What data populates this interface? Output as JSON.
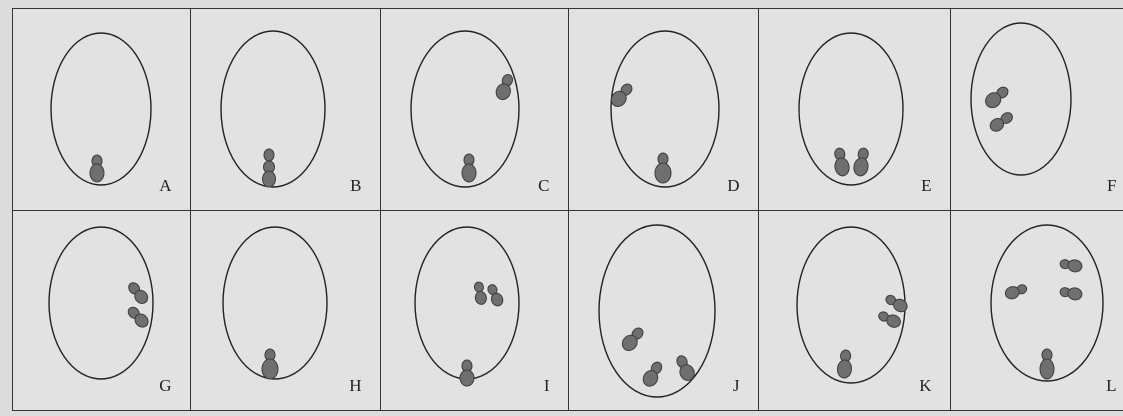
{
  "figure": {
    "rows": [
      [
        "A",
        "B",
        "C",
        "D",
        "E",
        "F"
      ],
      [
        "G",
        "H",
        "I",
        "J",
        "K",
        "L"
      ]
    ]
  }
}
